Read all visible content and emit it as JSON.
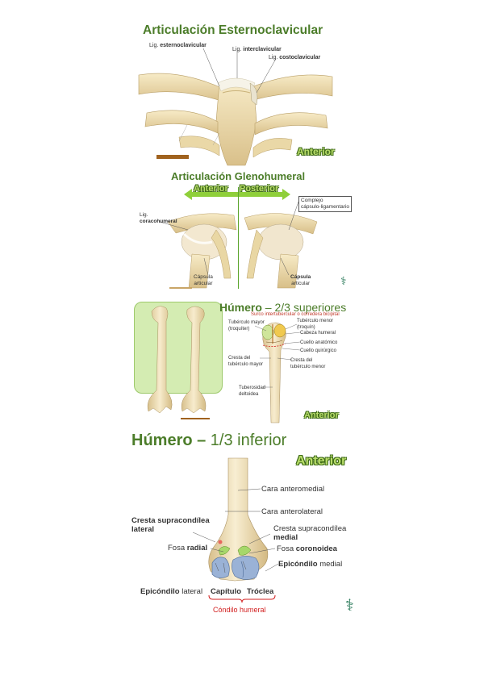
{
  "section1": {
    "title": "Articulación Esternoclavicular",
    "labels": {
      "lig_esterno_prefix": "Lig.",
      "lig_esterno_bold": "esternoclavicular",
      "lig_inter_prefix": "Lig.",
      "lig_inter_bold": "interclavicular",
      "lig_costo_prefix": "Lig.",
      "lig_costo_bold": "costoclavicular"
    },
    "view": "Anterior"
  },
  "section2": {
    "title": "Articulación Glenohumeral",
    "view_anterior": "Anterior",
    "view_posterior": "Posterior",
    "labels": {
      "lig_coraco_prefix": "Lig.",
      "lig_coraco_bold": "coracohumeral",
      "complejo": "Complejo\ncápsulo-ligamentario",
      "capsula_ant": "Cápsula\narticular",
      "capsula_post_bold": "Cápsula",
      "capsula_post": "articular"
    }
  },
  "section3": {
    "title_bold": "Húmero",
    "title_rest": " – 2/3 superiores",
    "labels": {
      "surco": "Surco intertubercular o corredera bicipital",
      "tuberculo_mayor": "Tubérculo mayor\n(troquíter)",
      "tuberculo_menor": "Tubérculo menor\n(troquín)",
      "cabeza": "Cabeza humeral",
      "cuello_anat": "Cuello anatómico",
      "cuello_quir": "Cuello quirúrgico",
      "cresta_mayor": "Cresta del\ntubérculo mayor",
      "cresta_menor": "Cresta del\ntubérculo menor",
      "tuberosidad": "Tuberosidad\ndeltoidea"
    },
    "view": "Anterior"
  },
  "section4": {
    "title_bold": "Húmero –",
    "title_rest": " 1/3 inferior",
    "view": "Anterior",
    "labels": {
      "cara_anteromedial": "Cara anteromedial",
      "cara_anterolateral": "Cara anterolateral",
      "cresta_lat_a": "Cresta supracondílea",
      "cresta_lat_b": "lateral",
      "cresta_med_a": "Cresta supracondílea",
      "cresta_med_b": "medial",
      "fosa_radial_a": "Fosa",
      "fosa_radial_b": "radial",
      "fosa_coron_a": "Fosa",
      "fosa_coron_b": "coronoidea",
      "epi_medial_a": "Epicóndilo",
      "epi_medial_b": "medial",
      "epi_lat_a": "Epicóndilo",
      "epi_lat_b": "lateral",
      "capitulo": "Capítulo",
      "troclea": "Tróclea",
      "condilo": "Cóndilo humeral"
    }
  },
  "colors": {
    "title_green": "#4c7d2a",
    "bone": "#f0dfae",
    "red": "#d21f1f"
  }
}
